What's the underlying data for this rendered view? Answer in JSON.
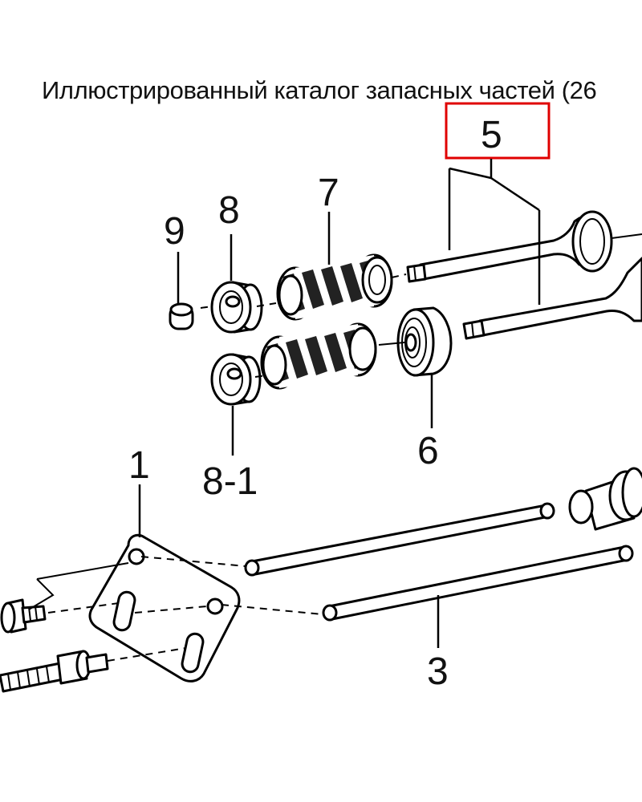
{
  "header": {
    "title": "Иллюстрированный каталог запасных частей (26"
  },
  "highlight": {
    "color": "#e00000"
  },
  "callouts": {
    "c1": "1",
    "c3": "3",
    "c5": "5",
    "c6": "6",
    "c7": "7",
    "c8": "8",
    "c8_1": "8-1",
    "c9": "9"
  }
}
